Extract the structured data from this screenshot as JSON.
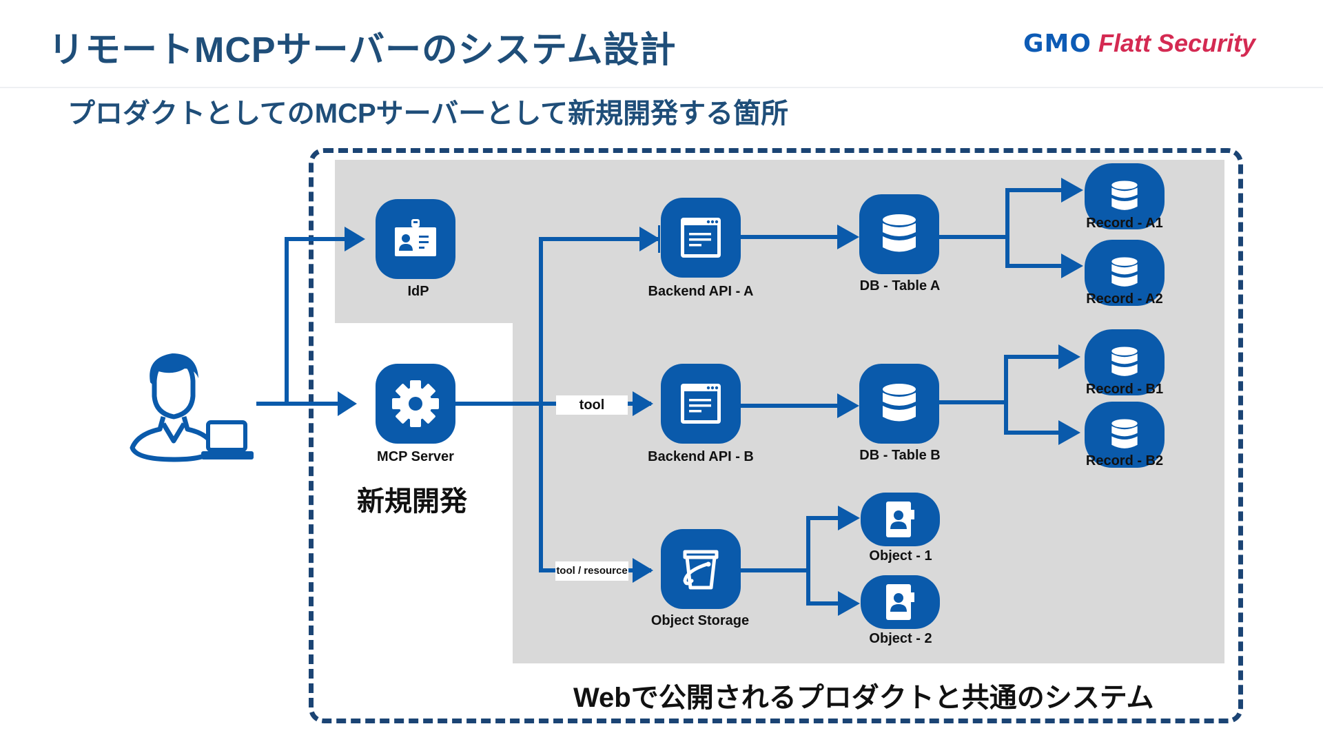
{
  "header": {
    "title": "リモートMCPサーバーのシステム設計",
    "subtitle": "プロダクトとしてのMCPサーバーとして新規開発する箇所",
    "logo": {
      "gmo": "GMO",
      "flatt": "Flatt Security"
    }
  },
  "colors": {
    "primary": "#0a5aab",
    "title": "#1f4e79",
    "dashed": "#1b4474",
    "region": "#d9d9d9",
    "logo_red": "#d42a52"
  },
  "actors": {
    "user": {
      "icon": "user-with-laptop-icon"
    }
  },
  "nodes": {
    "idp": {
      "label": "IdP",
      "icon": "id-badge-icon"
    },
    "mcp_server": {
      "label": "MCP Server",
      "icon": "gear-icon"
    },
    "backend_a": {
      "label": "Backend API - A",
      "icon": "browser-window-icon"
    },
    "backend_b": {
      "label": "Backend API - B",
      "icon": "browser-window-icon"
    },
    "db_a": {
      "label": "DB - Table A",
      "icon": "database-icon"
    },
    "db_b": {
      "label": "DB - Table B",
      "icon": "database-icon"
    },
    "record_a1": {
      "label": "Record - A1",
      "icon": "database-icon"
    },
    "record_a2": {
      "label": "Record - A2",
      "icon": "database-icon"
    },
    "record_b1": {
      "label": "Record - B1",
      "icon": "database-icon"
    },
    "record_b2": {
      "label": "Record - B2",
      "icon": "database-icon"
    },
    "object_storage": {
      "label": "Object Storage",
      "icon": "bucket-icon"
    },
    "object_1": {
      "label": "Object - 1",
      "icon": "contact-book-icon"
    },
    "object_2": {
      "label": "Object - 2",
      "icon": "contact-book-icon"
    }
  },
  "edge_labels": {
    "tool": "tool",
    "tool_resource": "tool / resource"
  },
  "regions": {
    "new_dev": "新規開発",
    "shared": "Webで公開されるプロダクトと共通のシステム"
  }
}
